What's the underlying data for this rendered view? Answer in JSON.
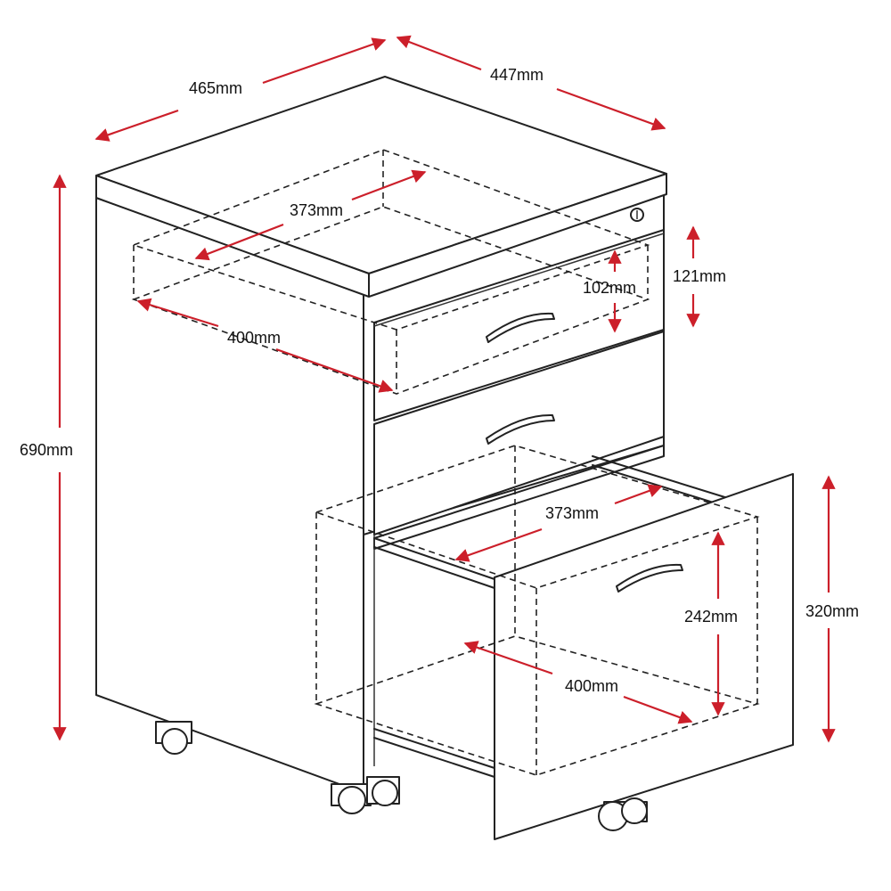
{
  "dimension_color": "#cc1f2a",
  "dimensions": {
    "top_width": "465mm",
    "top_depth": "447mm",
    "overall_height": "690mm",
    "top_drawer_inner_depth": "373mm",
    "top_drawer_inner_width": "400mm",
    "top_drawer_inner_height": "102mm",
    "top_drawer_front_height": "121mm",
    "file_drawer_inner_depth": "373mm",
    "file_drawer_inner_height": "242mm",
    "file_drawer_inner_width": "400mm",
    "file_drawer_front_height": "320mm"
  },
  "icons": {
    "lock": "lock-icon",
    "handle": "handle-icon",
    "caster": "caster-icon"
  }
}
